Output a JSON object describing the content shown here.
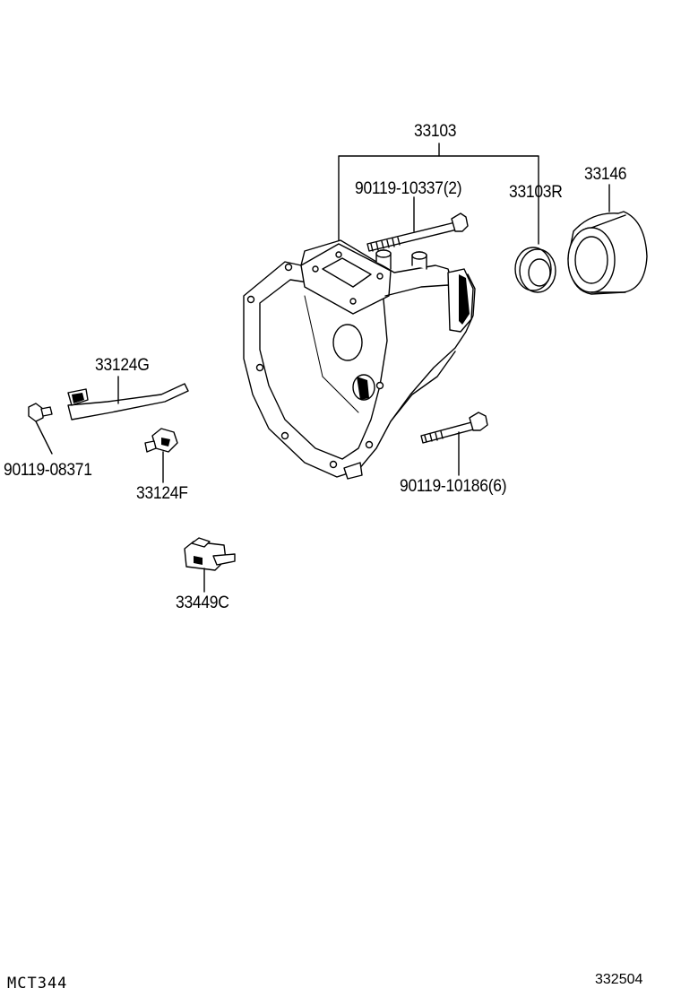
{
  "parts": {
    "case_assembly": "33103",
    "bolt_upper": "90119-10337(2)",
    "oil_seal": "33103R",
    "cover": "33146",
    "lever": "33124G",
    "small_bolt": "90119-08371",
    "clip": "33124F",
    "bolt_lower": "90119-10186(6)",
    "connector": "33449C"
  },
  "footer": {
    "diagram_code": "MCT344",
    "catalog_number": "332504"
  }
}
